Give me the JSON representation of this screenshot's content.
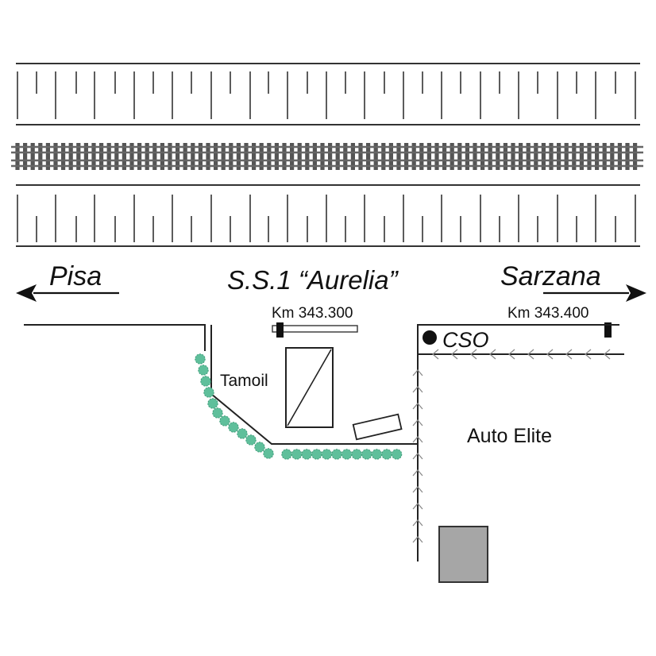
{
  "labels": {
    "west_direction": "Pisa",
    "east_direction": "Sarzana",
    "road_name": "S.S.1 “Aurelia”",
    "km_west": "Km 343.300",
    "km_east": "Km 343.400",
    "cso_label": "CSO",
    "station_name": "Tamoil",
    "dealer_name": "Auto Elite"
  },
  "colors": {
    "ink": "#222222",
    "rail_tie": "#555555",
    "rail_line": "#666666",
    "hedge": "#5fbf9b",
    "building_fill": "#a6a6a6",
    "arrow_mark": "#8a8a8a"
  },
  "icons": {
    "cso_marker": "filled-circle",
    "direction": "arrow"
  }
}
